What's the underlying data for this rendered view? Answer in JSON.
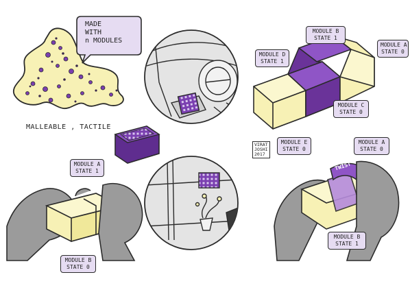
{
  "speech_bubble": {
    "line1": "MADE",
    "line2": "WITH",
    "line3": "n MODULES"
  },
  "caption": "MALLEABLE , TACTILE",
  "signature": {
    "line1": "VIRAT",
    "line2": "JOSHI",
    "line3": "2017"
  },
  "twist_text": "TWIST",
  "labels": {
    "top_module_b": {
      "line1": "MODULE B",
      "line2": "STATE 1"
    },
    "top_module_a": {
      "line1": "MODULE A",
      "line2": "STATE 0"
    },
    "top_module_d": {
      "line1": "MODULE D",
      "line2": "STATE 1"
    },
    "top_module_c": {
      "line1": "MODULE C",
      "line2": "STATE 0"
    },
    "top_module_e": {
      "line1": "MODULE E",
      "line2": "STATE 0"
    },
    "left_module_a": {
      "line1": "MODULE A",
      "line2": "STATE 1"
    },
    "left_module_b": {
      "line1": "MODULE B",
      "line2": "STATE 0"
    },
    "right_module_a": {
      "line1": "MODULE A",
      "line2": "STATE 0"
    },
    "right_module_b": {
      "line1": "MODULE B",
      "line2": "STATE 1"
    }
  },
  "colors": {
    "purple": "#7a3fb0",
    "light_purple": "#e6dcf2",
    "yellow": "#f7f1b5",
    "hand_gray": "#9b9b9b",
    "outline": "#2b2b2b"
  }
}
